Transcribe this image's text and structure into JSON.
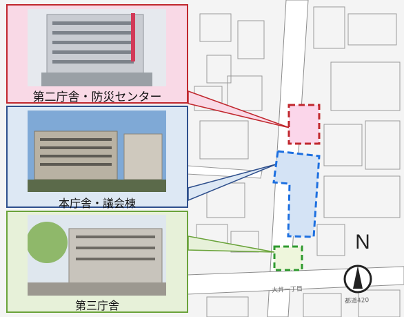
{
  "facilities": [
    {
      "id": "second_building",
      "caption": "第二庁舎・防災センター",
      "border_color": "#c0272d",
      "panel_fill": "#f9d9e6",
      "marker_fill": "#fbd6ea"
    },
    {
      "id": "main_building",
      "caption": "本庁舎・議会棟",
      "border_color": "#2e4f8c",
      "panel_fill": "#dde8f4",
      "marker_fill": "#d4e3f5",
      "marker_stroke": "#1c6fe0"
    },
    {
      "id": "third_building",
      "caption": "第三庁舎",
      "border_color": "#6aa33a",
      "panel_fill": "#e7f1d9",
      "marker_fill": "#eef6dc",
      "marker_stroke": "#2f9a2f"
    }
  ],
  "compass": {
    "label": "N"
  },
  "road_labels": {
    "road_1": "大井一丁目",
    "road_2": "都道420"
  },
  "map_colors": {
    "background": "#f4f4f4",
    "lines": "#9a9a9a",
    "road": "#ffffff"
  }
}
